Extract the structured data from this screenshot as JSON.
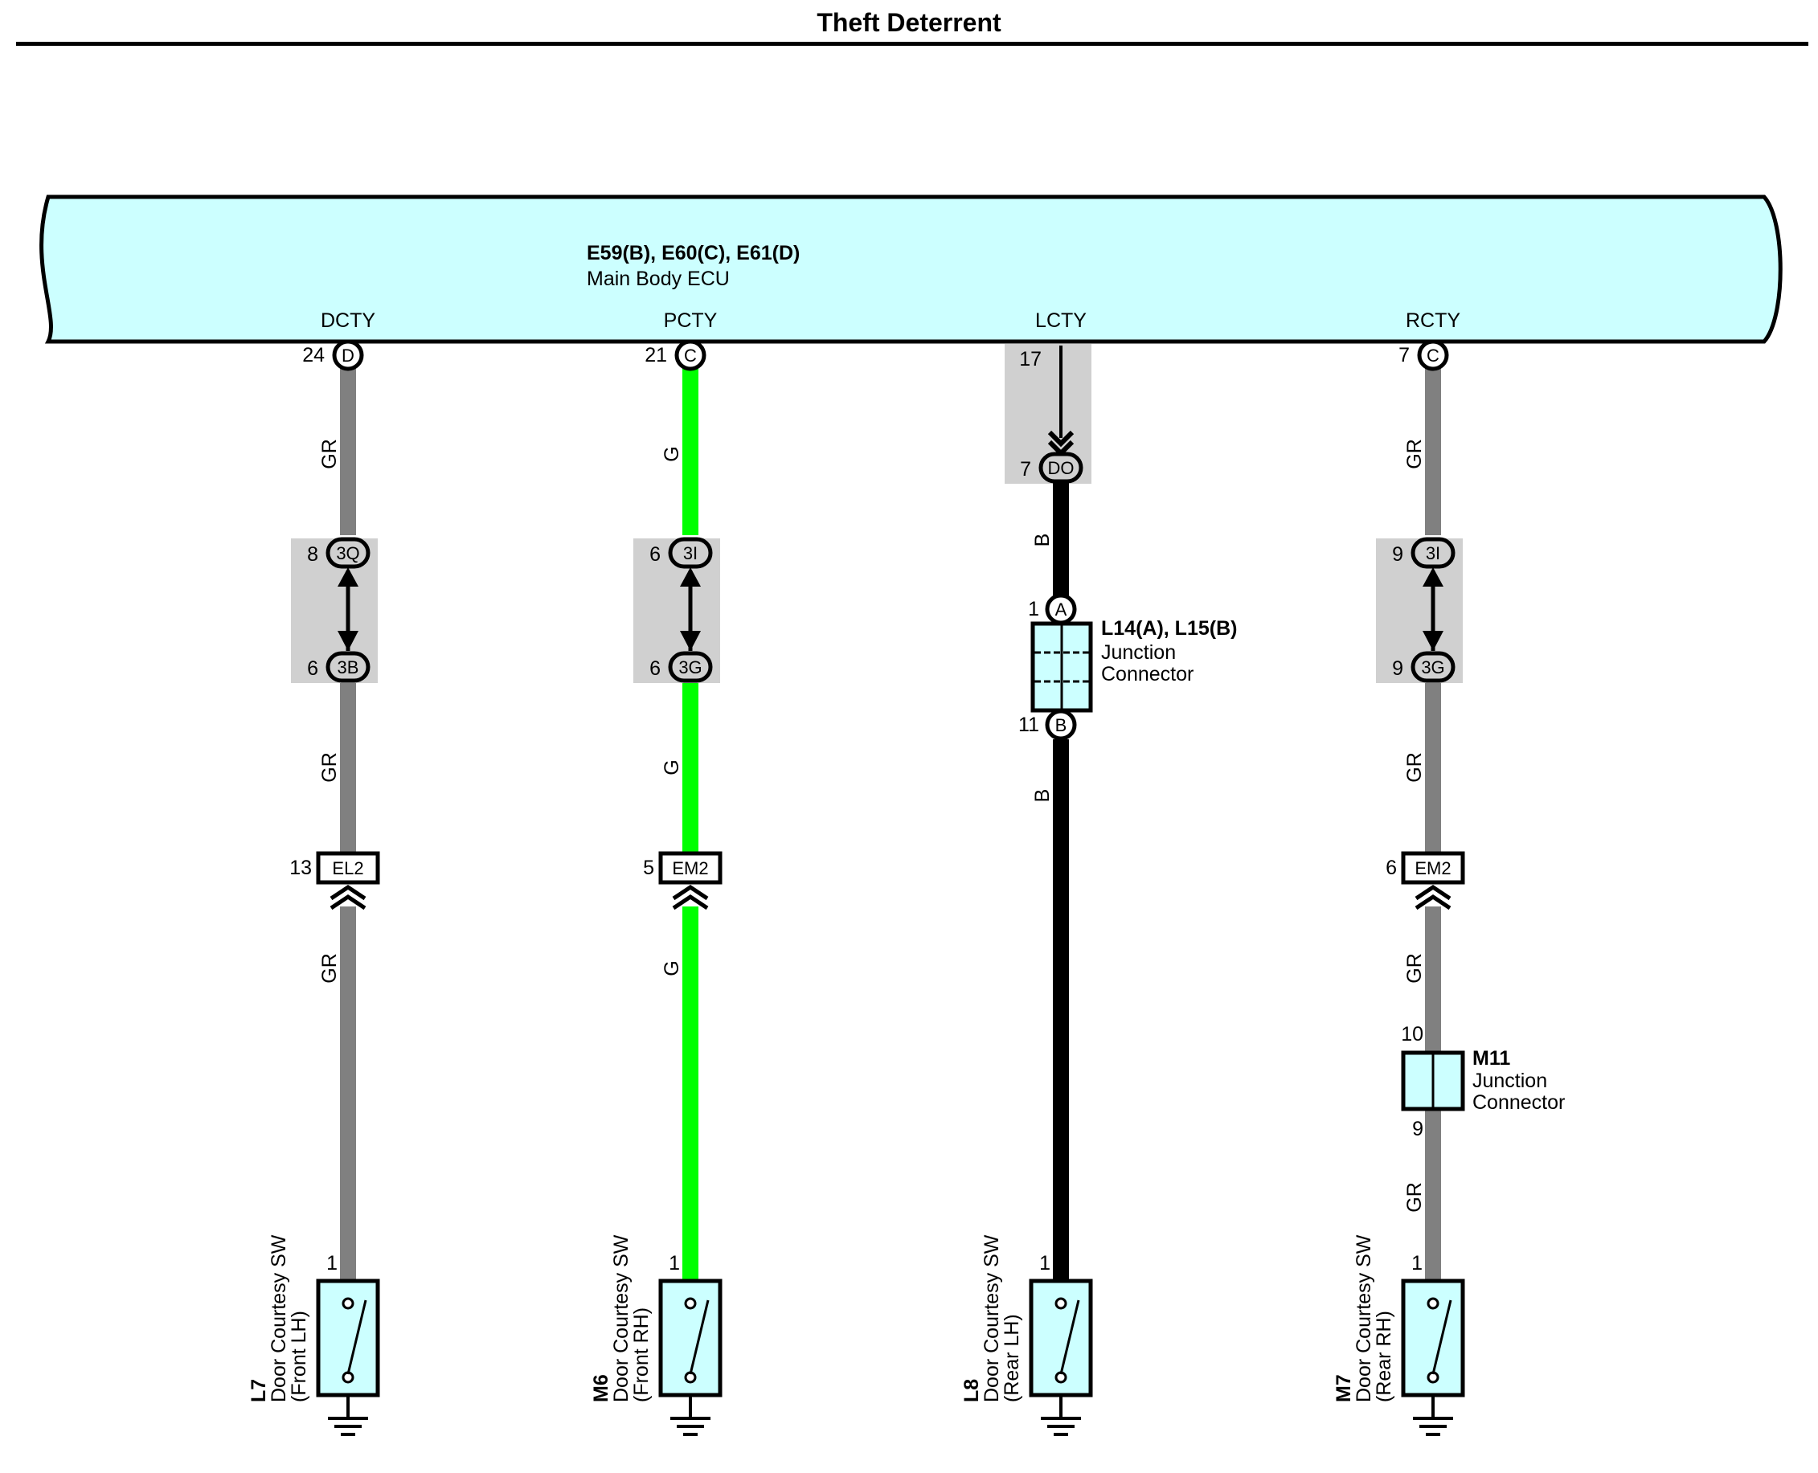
{
  "title": "Theft Deterrent",
  "ecu": {
    "code": "E59(B), E60(C), E61(D)",
    "name": "Main Body ECU",
    "fill": "#ccffff"
  },
  "wire_colors": {
    "GR": "#808080",
    "G": "#00ff00",
    "B": "#000000"
  },
  "circuits": [
    {
      "terminal": "DCTY",
      "ecu_pin": "24",
      "ecu_conn": "D",
      "wire": "GR",
      "junction": {
        "top_pin": "8",
        "top_code": "3Q",
        "bottom_pin": "6",
        "bottom_code": "3B"
      },
      "plug": {
        "pin": "13",
        "code": "EL2"
      },
      "switch": {
        "pin": "1",
        "code": "L7",
        "name": "Door Courtesy SW",
        "sub": "(Front LH)"
      }
    },
    {
      "terminal": "PCTY",
      "ecu_pin": "21",
      "ecu_conn": "C",
      "wire": "G",
      "junction": {
        "top_pin": "6",
        "top_code": "3I",
        "bottom_pin": "6",
        "bottom_code": "3G"
      },
      "plug": {
        "pin": "5",
        "code": "EM2"
      },
      "switch": {
        "pin": "1",
        "code": "M6",
        "name": "Door Courtesy SW",
        "sub": "(Front RH)"
      }
    },
    {
      "terminal": "LCTY",
      "ecu_pin": "17",
      "wire": "B",
      "inline": {
        "pin": "7",
        "code": "DO"
      },
      "jconn": {
        "pin_top": "1",
        "conn_top": "A",
        "pin_bottom": "11",
        "conn_bottom": "B",
        "code": "L14(A), L15(B)",
        "name1": "Junction",
        "name2": "Connector"
      },
      "switch": {
        "pin": "1",
        "code": "L8",
        "name": "Door Courtesy SW",
        "sub": "(Rear LH)"
      }
    },
    {
      "terminal": "RCTY",
      "ecu_pin": "7",
      "ecu_conn": "C",
      "wire": "GR",
      "junction": {
        "top_pin": "9",
        "top_code": "3I",
        "bottom_pin": "9",
        "bottom_code": "3G"
      },
      "plug": {
        "pin": "6",
        "code": "EM2"
      },
      "jconn": {
        "pin_top": "10",
        "pin_bottom": "9",
        "code": "M11",
        "name1": "Junction",
        "name2": "Connector"
      },
      "switch": {
        "pin": "1",
        "code": "M7",
        "name": "Door Courtesy SW",
        "sub": "(Rear RH)"
      }
    }
  ]
}
